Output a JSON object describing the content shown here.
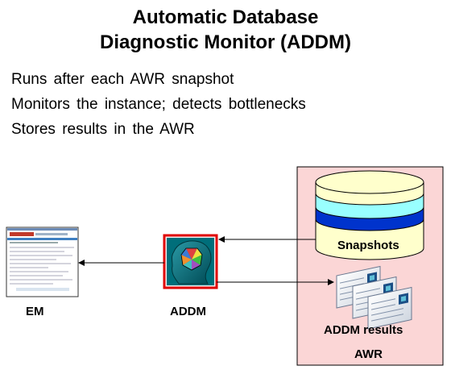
{
  "title": {
    "line1": "Automatic Database",
    "line2": "Diagnostic Monitor (ADDM)"
  },
  "bullets": [
    "Runs after each AWR snapshot",
    "Monitors the instance; detects bottlenecks",
    "Stores results in the AWR"
  ],
  "diagram": {
    "em_label": "EM",
    "addm_label": "ADDM",
    "snapshots_label": "Snapshots",
    "results_label": "ADDM results",
    "awr_label": "AWR"
  },
  "colors": {
    "awr_box_fill": "#fbd6d6",
    "addm_border": "#e00000",
    "addm_fill": "#006e7a",
    "disk_body": "#ffffcc",
    "disk_cyan": "#99ffff",
    "disk_blue": "#0033cc"
  },
  "icons": [
    "em-screenshot-icon",
    "addm-head-icon",
    "snapshots-cylinder-icon",
    "report-documents-icon"
  ]
}
